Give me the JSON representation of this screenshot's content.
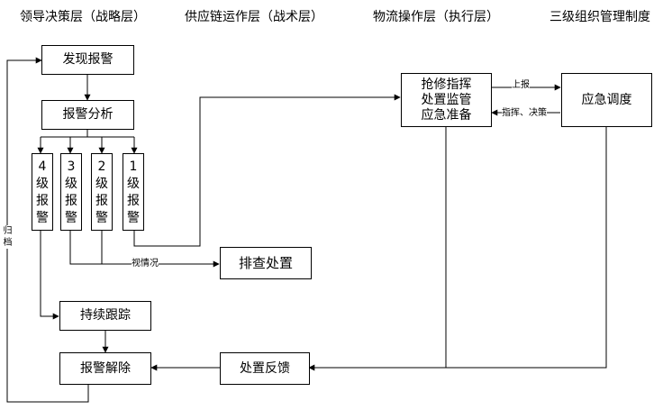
{
  "headers": {
    "leadership": "领导决策层（战略层）",
    "supply_chain": "供应链运作层（战术层）",
    "logistics": "物流操作层（执行层）",
    "management": "三级组织管理制度"
  },
  "boxes": {
    "discover_alarm": "发现报警",
    "alarm_analysis": "报警分析",
    "level4": "4\n级\n报\n警",
    "level3": "3\n级\n报\n警",
    "level2": "2\n级\n报\n警",
    "level1": "1\n级\n报\n警",
    "investigate": "排查处置",
    "continuous_tracking": "持续跟踪",
    "alarm_release": "报警解除",
    "repair": "抢修指挥\n处置监管\n应急准备",
    "emergency_dispatch": "应急调度",
    "disposal_feedback": "处置反馈"
  },
  "edge_labels": {
    "report_up": "上报",
    "command_decide": "指挥、决策",
    "depends": "视情况",
    "archive": "归\n档"
  }
}
